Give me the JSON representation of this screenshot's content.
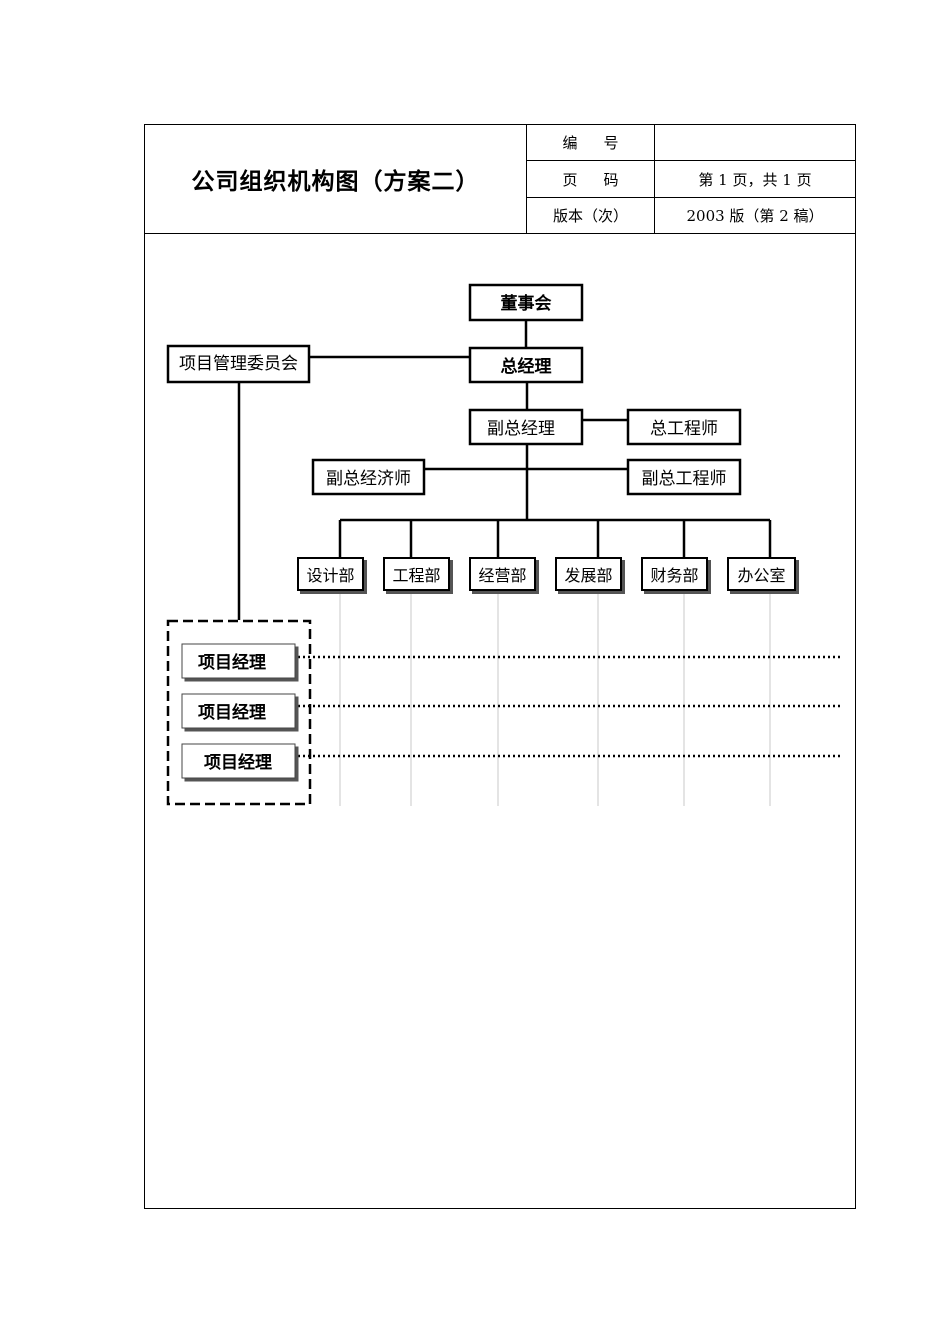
{
  "header": {
    "title": "公司组织机构图（方案二）",
    "rows": [
      {
        "label": "编号",
        "value": ""
      },
      {
        "label": "页码",
        "value": "第 1 页，共 1 页"
      },
      {
        "label": "版本（次）",
        "value": "2003 版（第 2 稿）"
      }
    ]
  },
  "org": {
    "board": "董事会",
    "gm": "总经理",
    "committee": "项目管理委员会",
    "deputy_gm": "副总经理",
    "chief_engineer": "总工程师",
    "deputy_economist": "副总经济师",
    "deputy_engineer": "副总工程师",
    "departments": [
      "设计部",
      "工程部",
      "经营部",
      "发展部",
      "财务部",
      "办公室"
    ],
    "project_managers": [
      "项目经理",
      "项目经理",
      "项目经理"
    ]
  }
}
